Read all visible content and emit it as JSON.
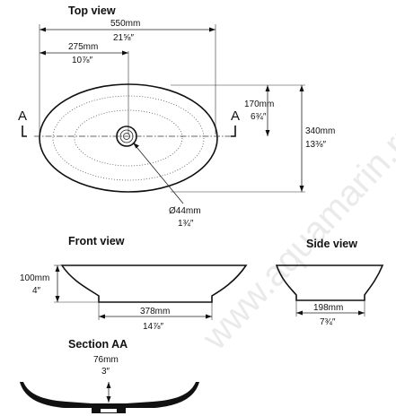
{
  "watermark": "www.aquamarin.ru",
  "top_view": {
    "title": "Top view",
    "width_mm": "550mm",
    "width_in": "21⅝″",
    "half_width_mm": "275mm",
    "half_width_in": "10⅞″",
    "half_depth_mm": "170mm",
    "half_depth_in": "6¾″",
    "depth_mm": "340mm",
    "depth_in": "13⅜″",
    "drain_mm": "Ø44mm",
    "drain_in": "1¾″",
    "section_mark_left": "A",
    "section_mark_right": "A"
  },
  "front_view": {
    "title": "Front view",
    "height_mm": "100mm",
    "height_in": "4″",
    "base_mm": "378mm",
    "base_in": "14⅞″"
  },
  "side_view": {
    "title": "Side view",
    "base_mm": "198mm",
    "base_in": "7¾″"
  },
  "section_aa": {
    "title": "Section AA",
    "depth_mm": "76mm",
    "depth_in": "3″"
  }
}
